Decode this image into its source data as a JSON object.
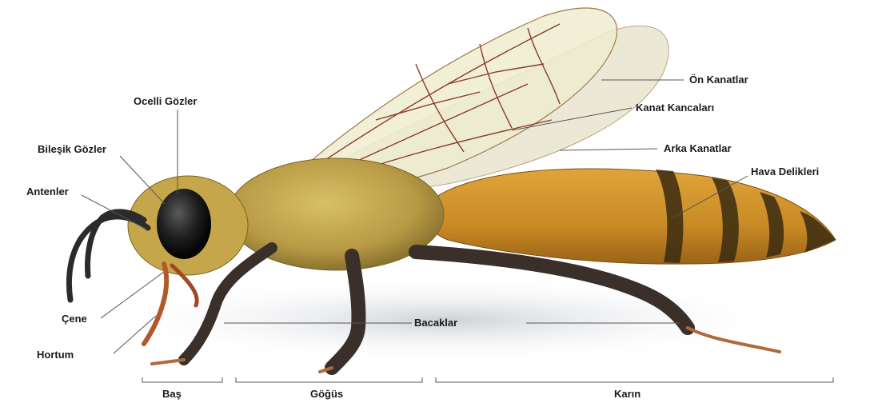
{
  "labels": {
    "on_kanatlar": "Ön Kanatlar",
    "kanat_kancalari": "Kanat Kancaları",
    "arka_kanatlar": "Arka Kanatlar",
    "hava_delikleri": "Hava Delikleri",
    "ocelli_gozler": "Ocelli Gözler",
    "bilesik_gozler": "Bileşik Gözler",
    "antenler": "Antenler",
    "cene": "Çene",
    "hortum": "Hortum",
    "bacaklar": "Bacaklar"
  },
  "segments": {
    "bas": "Baş",
    "gogus": "Göğüs",
    "karin": "Karın"
  },
  "colors": {
    "label_text": "#1a1a1a",
    "leader_line": "#555555",
    "abdomen": "#c98a25",
    "abdomen_stripe": "#3a2a12",
    "thorax_fur": "#c9a847",
    "eye": "#1e1e1e",
    "leg": "#3b2f2a",
    "wing_vein": "#8b3a2a",
    "wing": "#e8e4cc"
  }
}
